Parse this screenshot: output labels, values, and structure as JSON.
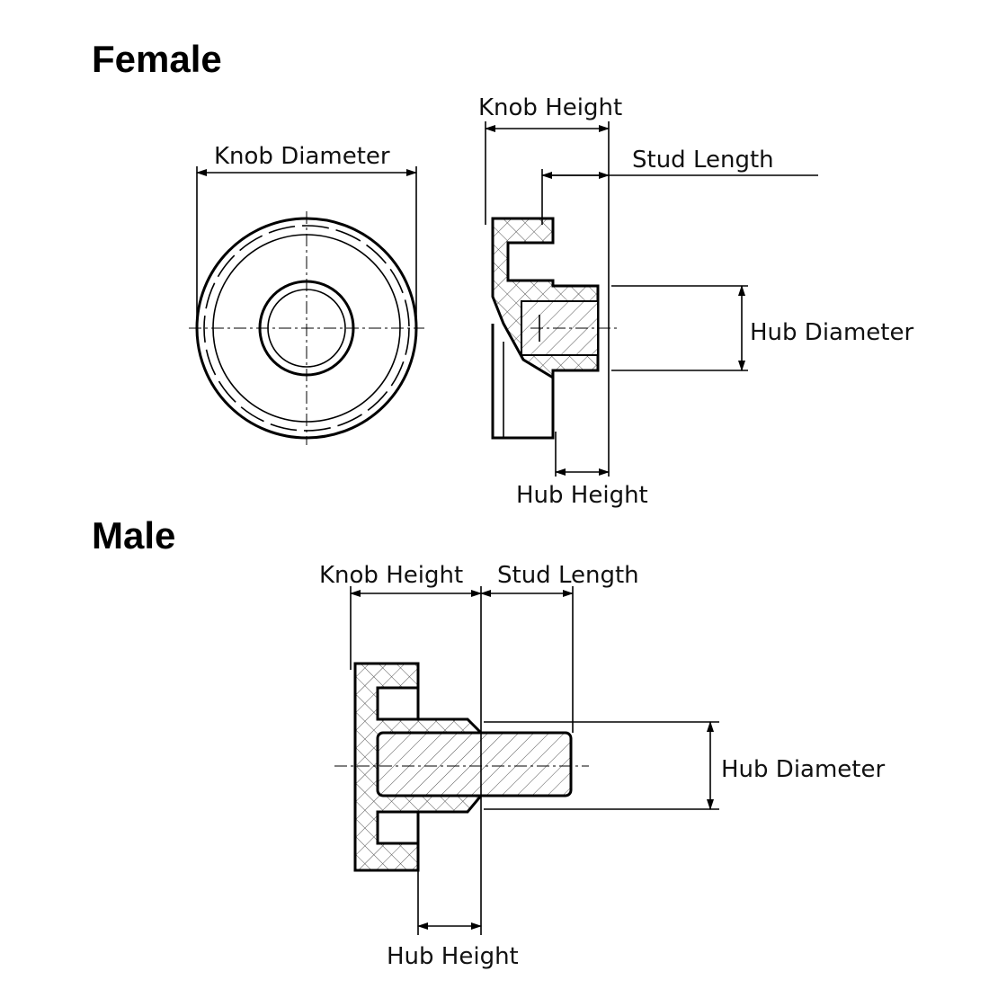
{
  "female": {
    "title": "Female",
    "knob_diameter": "Knob Diameter",
    "knob_height": "Knob Height",
    "stud_length": "Stud Length",
    "hub_diameter": "Hub Diameter",
    "hub_height": "Hub Height"
  },
  "male": {
    "title": "Male",
    "knob_height": "Knob Height",
    "stud_length": "Stud Length",
    "hub_diameter": "Hub Diameter",
    "hub_height": "Hub Height"
  }
}
